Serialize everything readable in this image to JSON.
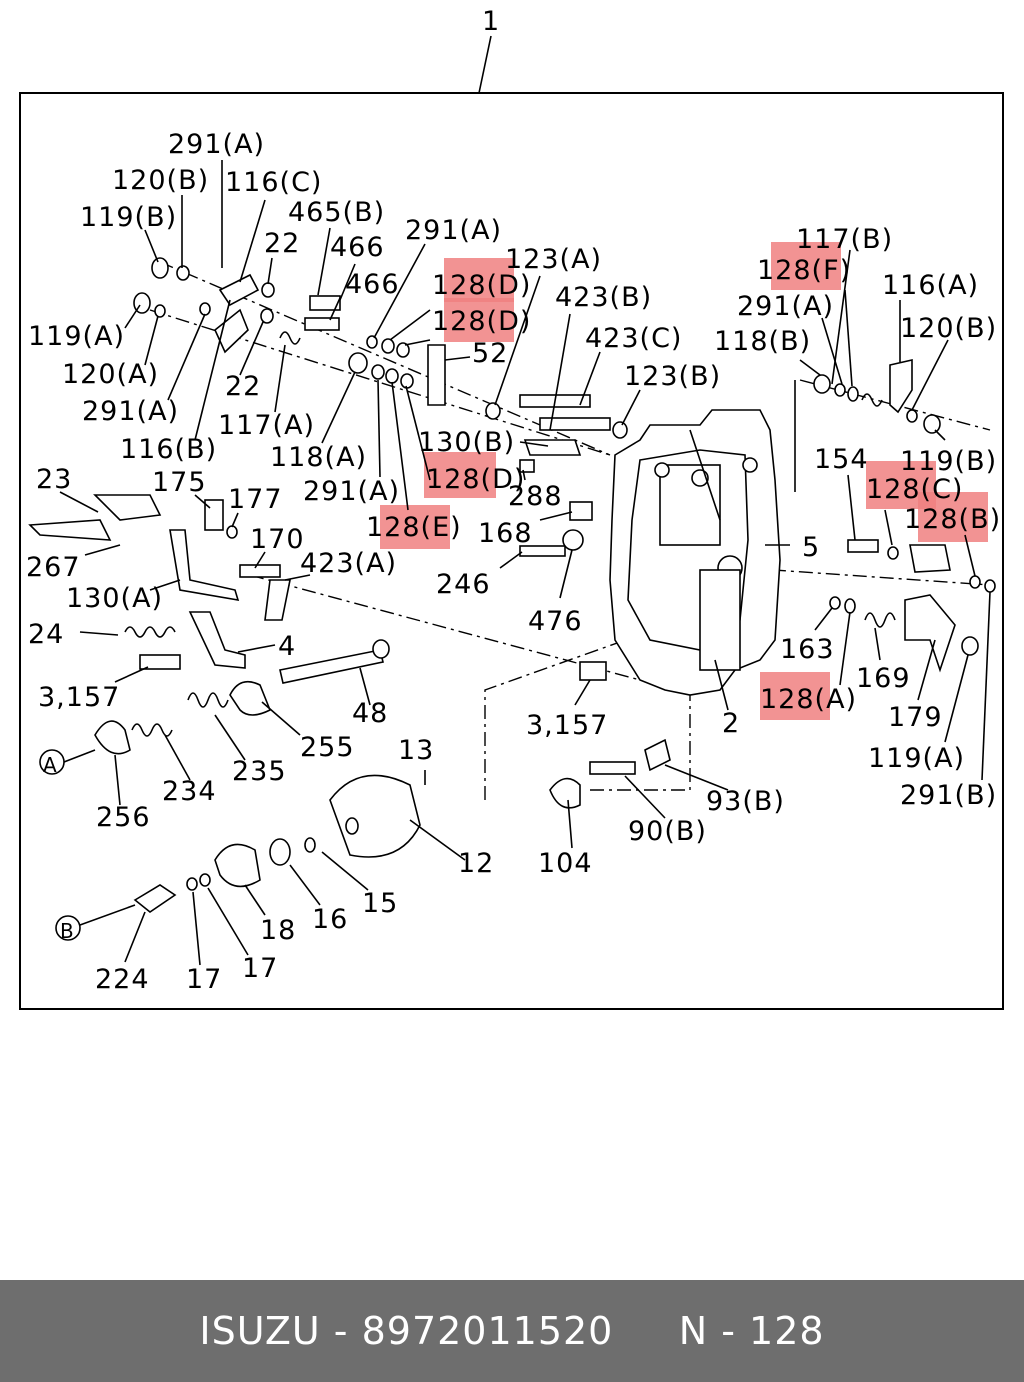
{
  "diagram": {
    "assembly_label": "1",
    "highlight_color": "#f08080",
    "labels": [
      "291(A)",
      "120(B)",
      "116(C)",
      "119(B)",
      "465(B)",
      "22",
      "466",
      "466",
      "291(A)",
      "123(A)",
      "128(D)",
      "128(D)",
      "423(B)",
      "52",
      "119(A)",
      "120(A)",
      "291(A)",
      "22",
      "116(B)",
      "117(A)",
      "118(A)",
      "423(C)",
      "123(B)",
      "130(B)",
      "128(D)",
      "291(A)",
      "288",
      "128(E)",
      "168",
      "246",
      "476",
      "23",
      "175",
      "177",
      "170",
      "267",
      "423(A)",
      "130(A)",
      "24",
      "4",
      "3,157",
      "48",
      "255",
      "235",
      "234",
      "256",
      "13",
      "3,157",
      "2",
      "12",
      "15",
      "16",
      "18",
      "17",
      "17",
      "224",
      "104",
      "90(B)",
      "93(B)",
      "117(B)",
      "128(F)",
      "116(A)",
      "291(A)",
      "120(B)",
      "118(B)",
      "154",
      "119(B)",
      "128(C)",
      "128(B)",
      "5",
      "163",
      "169",
      "128(A)",
      "179",
      "119(A)",
      "291(B)"
    ],
    "callouts": [
      "A",
      "B"
    ]
  },
  "footer": {
    "brand": "ISUZU",
    "part_number": "8972011520",
    "ref": "N - 128",
    "text": "ISUZU - 8972011520     N - 128"
  }
}
